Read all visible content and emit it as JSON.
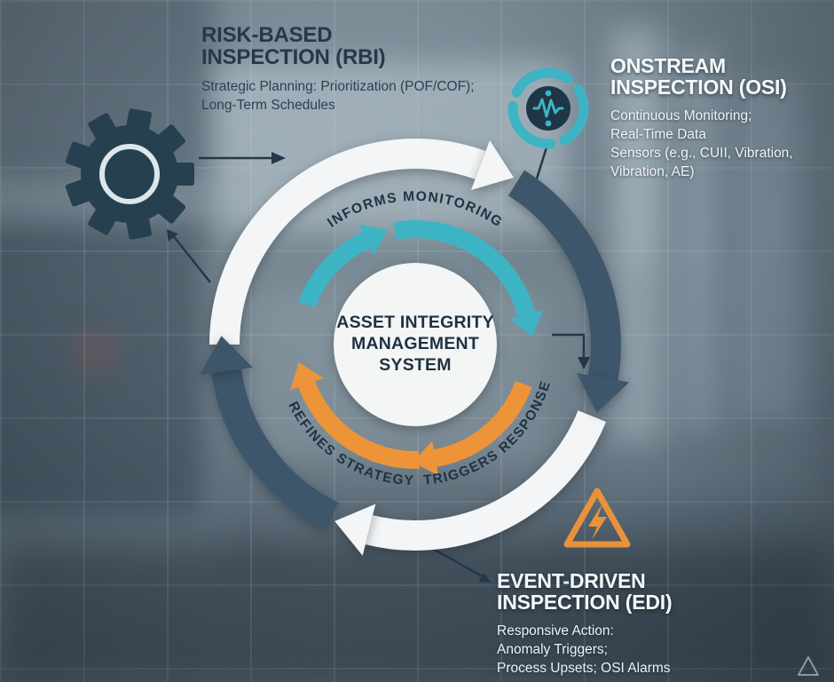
{
  "center_circle": {
    "lines": [
      "ASSET INTEGRITY",
      "MANAGEMENT",
      "SYSTEM"
    ]
  },
  "cycle": {
    "top_label": "INFORMS MONITORING",
    "bottom_right_label": "TRIGGERS RESPONSE",
    "bottom_left_label": "REFINES STRATEGY"
  },
  "nodes": {
    "rbi": {
      "icon": "gear-icon",
      "title": [
        "RISK-BASED",
        "INSPECTION (RBI)"
      ],
      "description": [
        "Strategic Planning: Prioritization (POF/COF);",
        "Long-Term Schedules"
      ]
    },
    "osi": {
      "icon": "sensor-icon",
      "title": [
        "ONSTREAM",
        "INSPECTION (OSI)"
      ],
      "description": [
        "Continuous Monitoring;",
        "Real-Time Data",
        "Sensors (e.g., CUII, Vibration,",
        "Vibration, AE)"
      ]
    },
    "edi": {
      "icon": "warning-triangle-icon",
      "title": [
        "EVENT-DRIVEN",
        "INSPECTION (EDI)"
      ],
      "description": [
        "Responsive Action:",
        "Anomaly Triggers;",
        "Process Upsets; OSI Alarms"
      ]
    }
  },
  "colors": {
    "teal": "#3db4c4",
    "orange": "#ee9438",
    "dark_slate": "#3e566b",
    "arc_white": "#f3f5f6",
    "gear_dark": "#26404f"
  }
}
